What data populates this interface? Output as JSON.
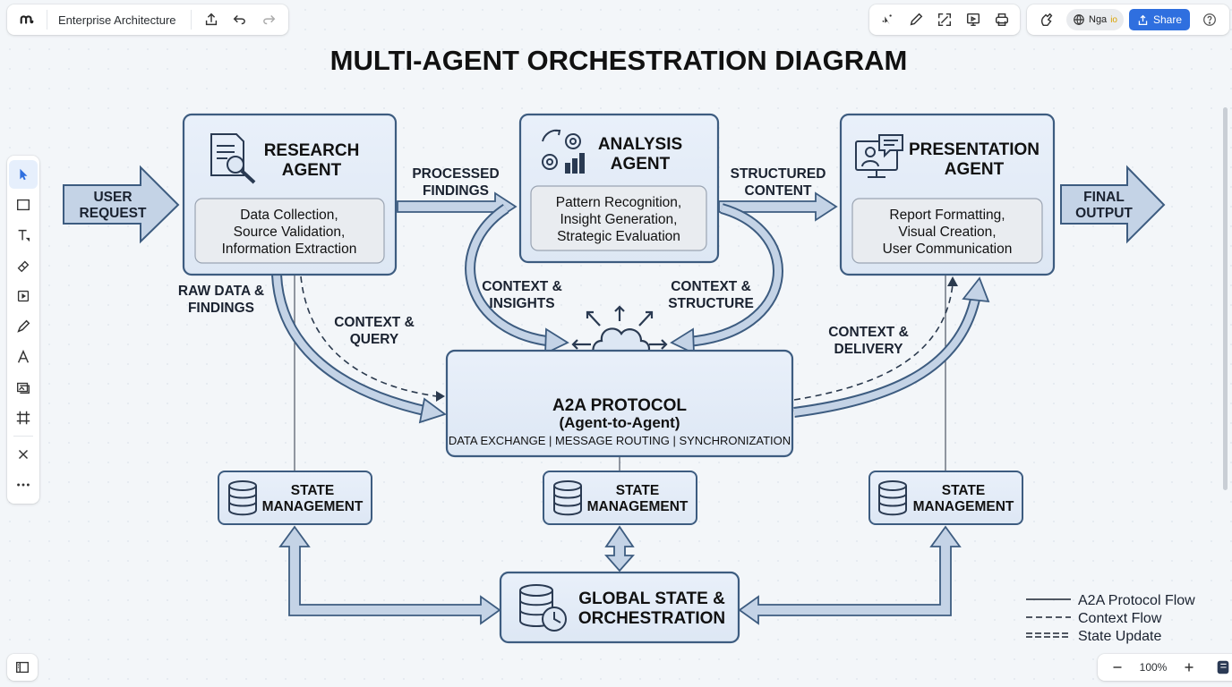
{
  "app": {
    "document_title": "Enterprise Architecture"
  },
  "toolbar": {
    "language_label": "Nga",
    "language_badge": "io",
    "share_label": "Share"
  },
  "zoom": {
    "level": "100%"
  },
  "diagram": {
    "title": "MULTI-AGENT ORCHESTRATION DIAGRAM",
    "user_request": [
      "USER",
      "REQUEST"
    ],
    "final_output": [
      "FINAL",
      "OUTPUT"
    ],
    "research_agent": {
      "title": [
        "RESEARCH",
        "AGENT"
      ],
      "tasks": [
        "Data Collection,",
        "Source Validation,",
        "Information Extraction"
      ]
    },
    "analysis_agent": {
      "title": [
        "ANALYSIS",
        "AGENT"
      ],
      "tasks": [
        "Pattern Recognition,",
        "Insight Generation,",
        "Strategic Evaluation"
      ]
    },
    "presentation_agent": {
      "title": [
        "PRESENTATION",
        "AGENT"
      ],
      "tasks": [
        "Report Formatting,",
        "Visual Creation,",
        "User Communication"
      ]
    },
    "flow_labels": {
      "processed_findings": [
        "PROCESSED",
        "FINDINGS"
      ],
      "structured_content": [
        "STRUCTURED",
        "CONTENT"
      ],
      "raw_data": [
        "RAW DATA &",
        "FINDINGS"
      ],
      "context_query": [
        "CONTEXT &",
        "QUERY"
      ],
      "context_insights": [
        "CONTEXT &",
        "INSIGHTS"
      ],
      "context_structure": [
        "CONTEXT &",
        "STRUCTURE"
      ],
      "context_delivery": [
        "CONTEXT &",
        "DELIVERY"
      ]
    },
    "protocol": {
      "title": "A2A PROTOCOL",
      "subtitle": "(Agent-to-Agent)",
      "functions": "DATA EXCHANGE | MESSAGE ROUTING | SYNCHRONIZATION"
    },
    "state_management": [
      "STATE",
      "MANAGEMENT"
    ],
    "global_state": [
      "GLOBAL STATE &",
      "ORCHESTRATION"
    ],
    "legend": [
      "A2A Protocol Flow",
      "Context Flow",
      "State Update"
    ]
  }
}
